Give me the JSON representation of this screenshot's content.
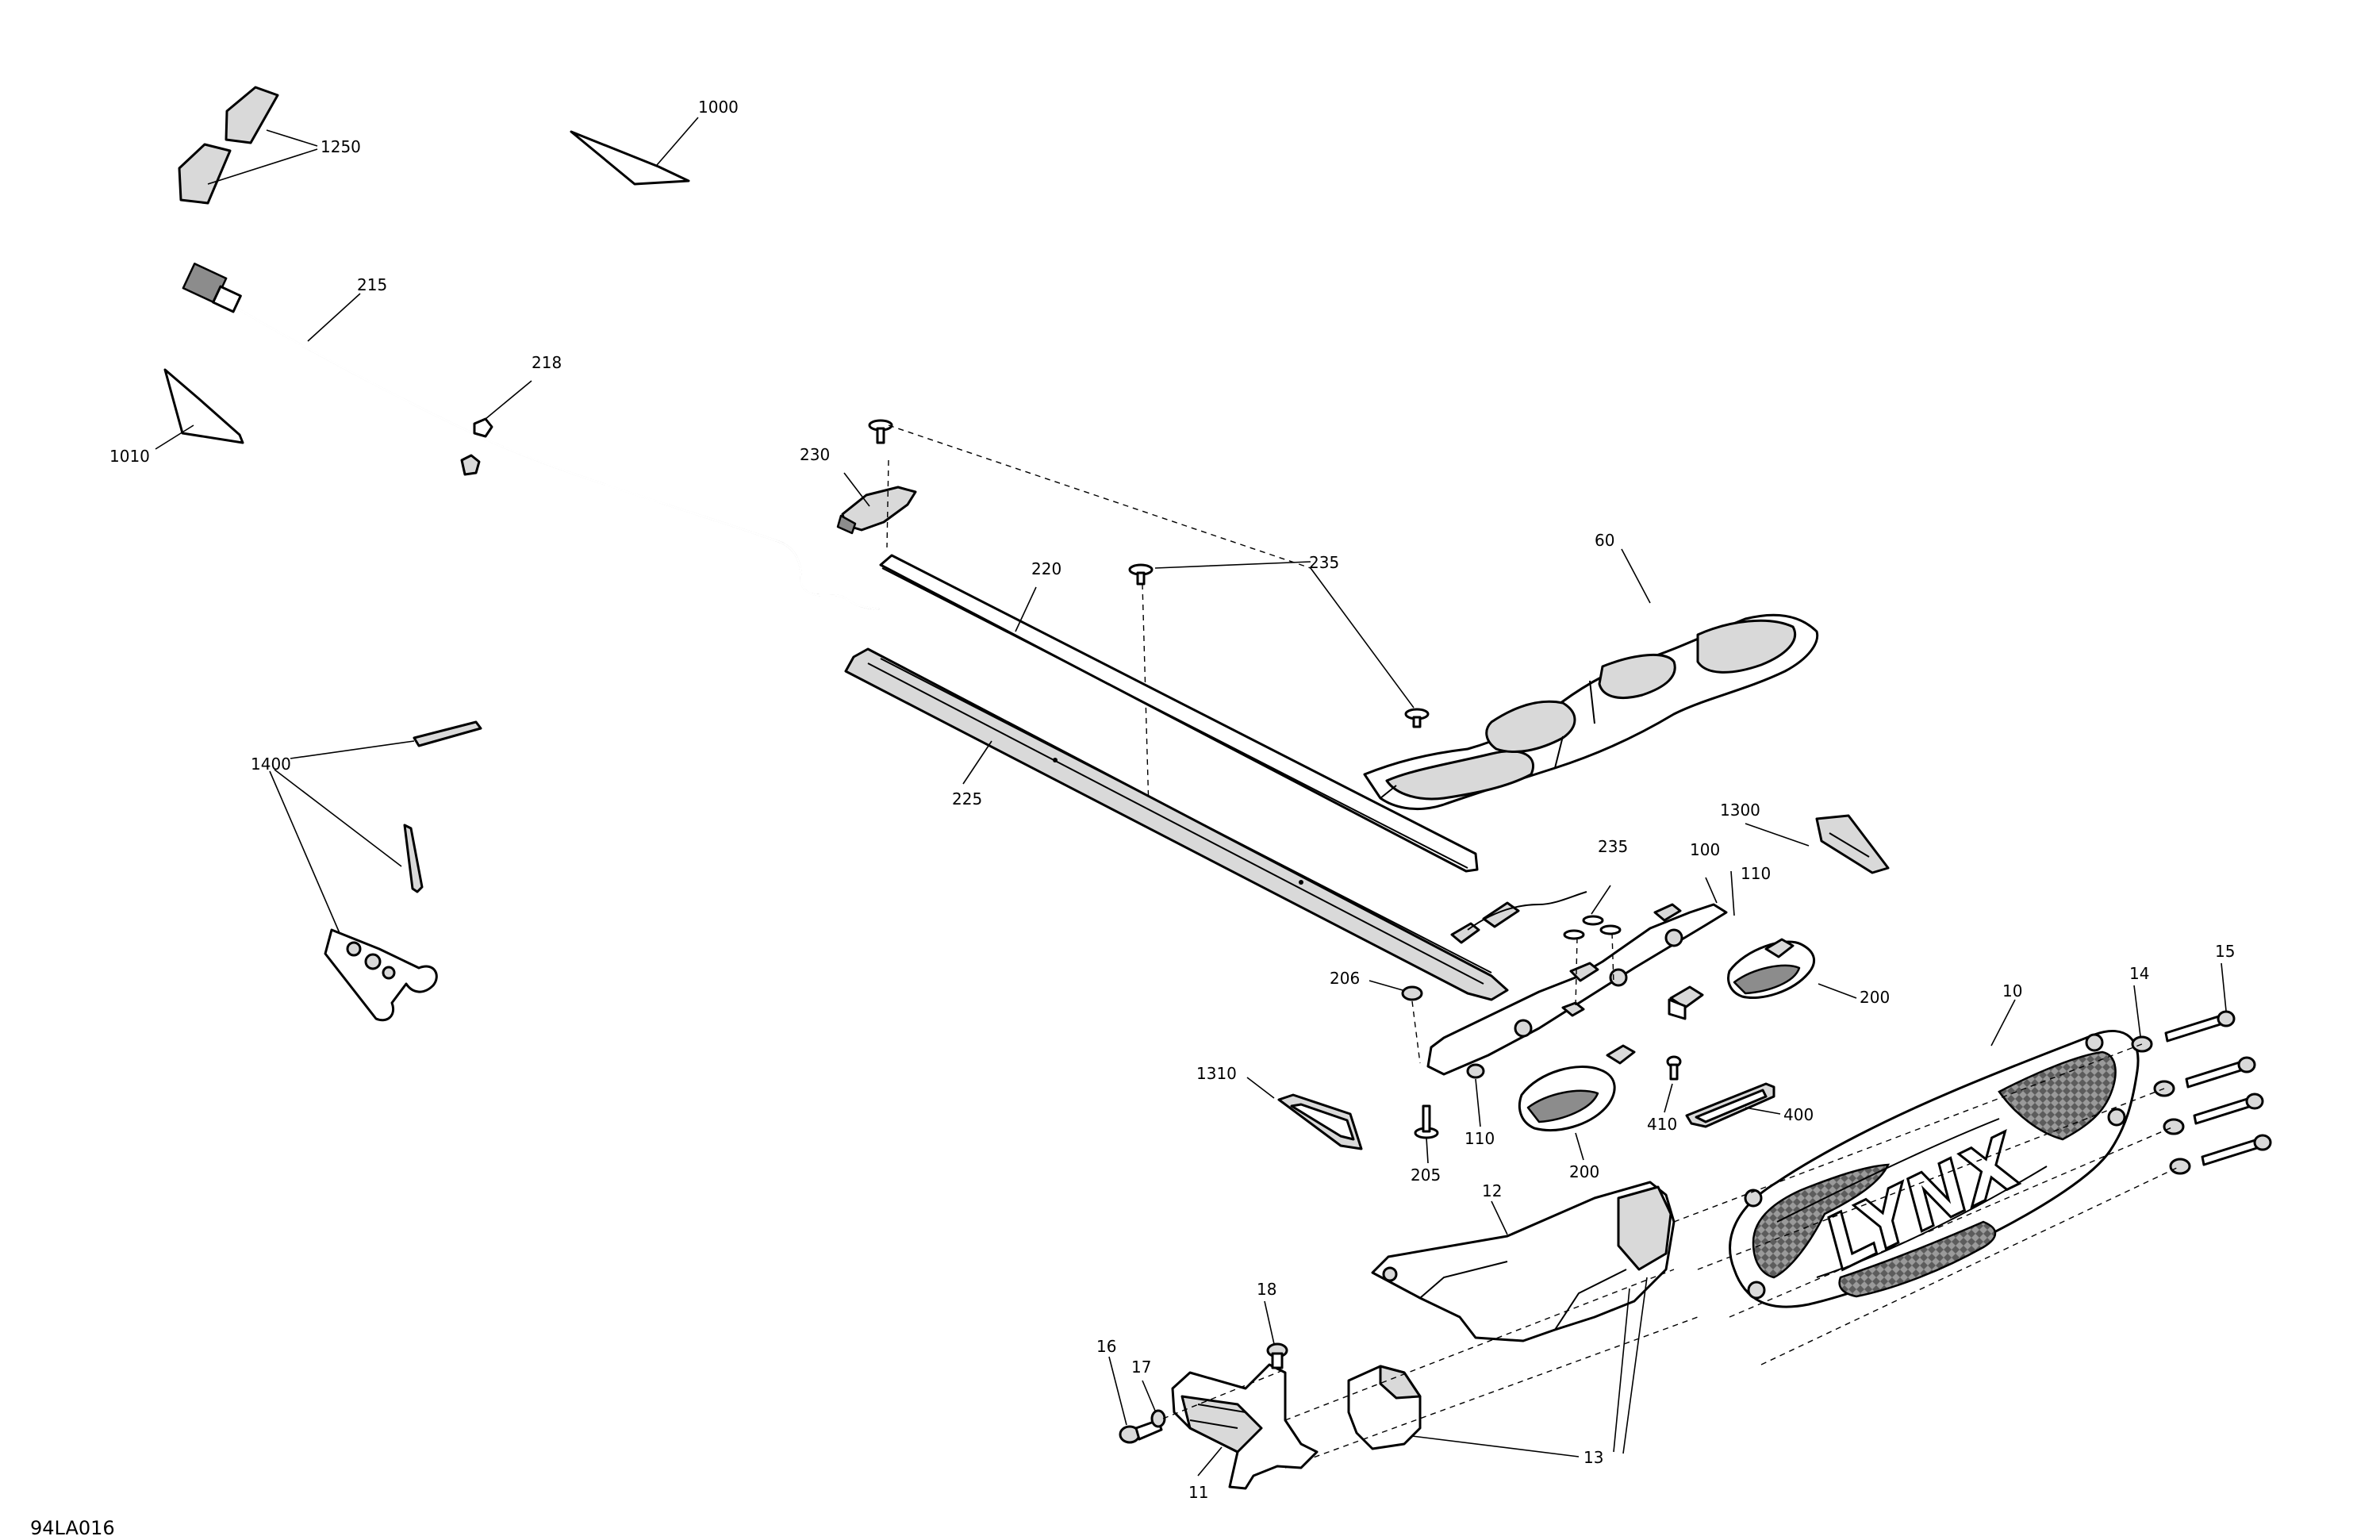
{
  "diagram_code": "94LA016",
  "callouts": [
    {
      "id": "c1000",
      "text": "1000"
    },
    {
      "id": "c1250",
      "text": "1250"
    },
    {
      "id": "c215",
      "text": "215"
    },
    {
      "id": "c218",
      "text": "218"
    },
    {
      "id": "c1010",
      "text": "1010"
    },
    {
      "id": "c230",
      "text": "230"
    },
    {
      "id": "c220",
      "text": "220"
    },
    {
      "id": "c235a",
      "text": "235"
    },
    {
      "id": "c60",
      "text": "60"
    },
    {
      "id": "c225",
      "text": "225"
    },
    {
      "id": "c1400",
      "text": "1400"
    },
    {
      "id": "c1300",
      "text": "1300"
    },
    {
      "id": "c235b",
      "text": "235"
    },
    {
      "id": "c100",
      "text": "100"
    },
    {
      "id": "c110a",
      "text": "110"
    },
    {
      "id": "c200a",
      "text": "200"
    },
    {
      "id": "c206",
      "text": "206"
    },
    {
      "id": "c15",
      "text": "15"
    },
    {
      "id": "c14",
      "text": "14"
    },
    {
      "id": "c10",
      "text": "10"
    },
    {
      "id": "c1310",
      "text": "1310"
    },
    {
      "id": "c400",
      "text": "400"
    },
    {
      "id": "c410",
      "text": "410"
    },
    {
      "id": "c110b",
      "text": "110"
    },
    {
      "id": "c205",
      "text": "205"
    },
    {
      "id": "c200b",
      "text": "200"
    },
    {
      "id": "c12",
      "text": "12"
    },
    {
      "id": "c18",
      "text": "18"
    },
    {
      "id": "c16",
      "text": "16"
    },
    {
      "id": "c17",
      "text": "17"
    },
    {
      "id": "c13",
      "text": "13"
    },
    {
      "id": "c11",
      "text": "11"
    }
  ],
  "logo_text": "LYNX"
}
